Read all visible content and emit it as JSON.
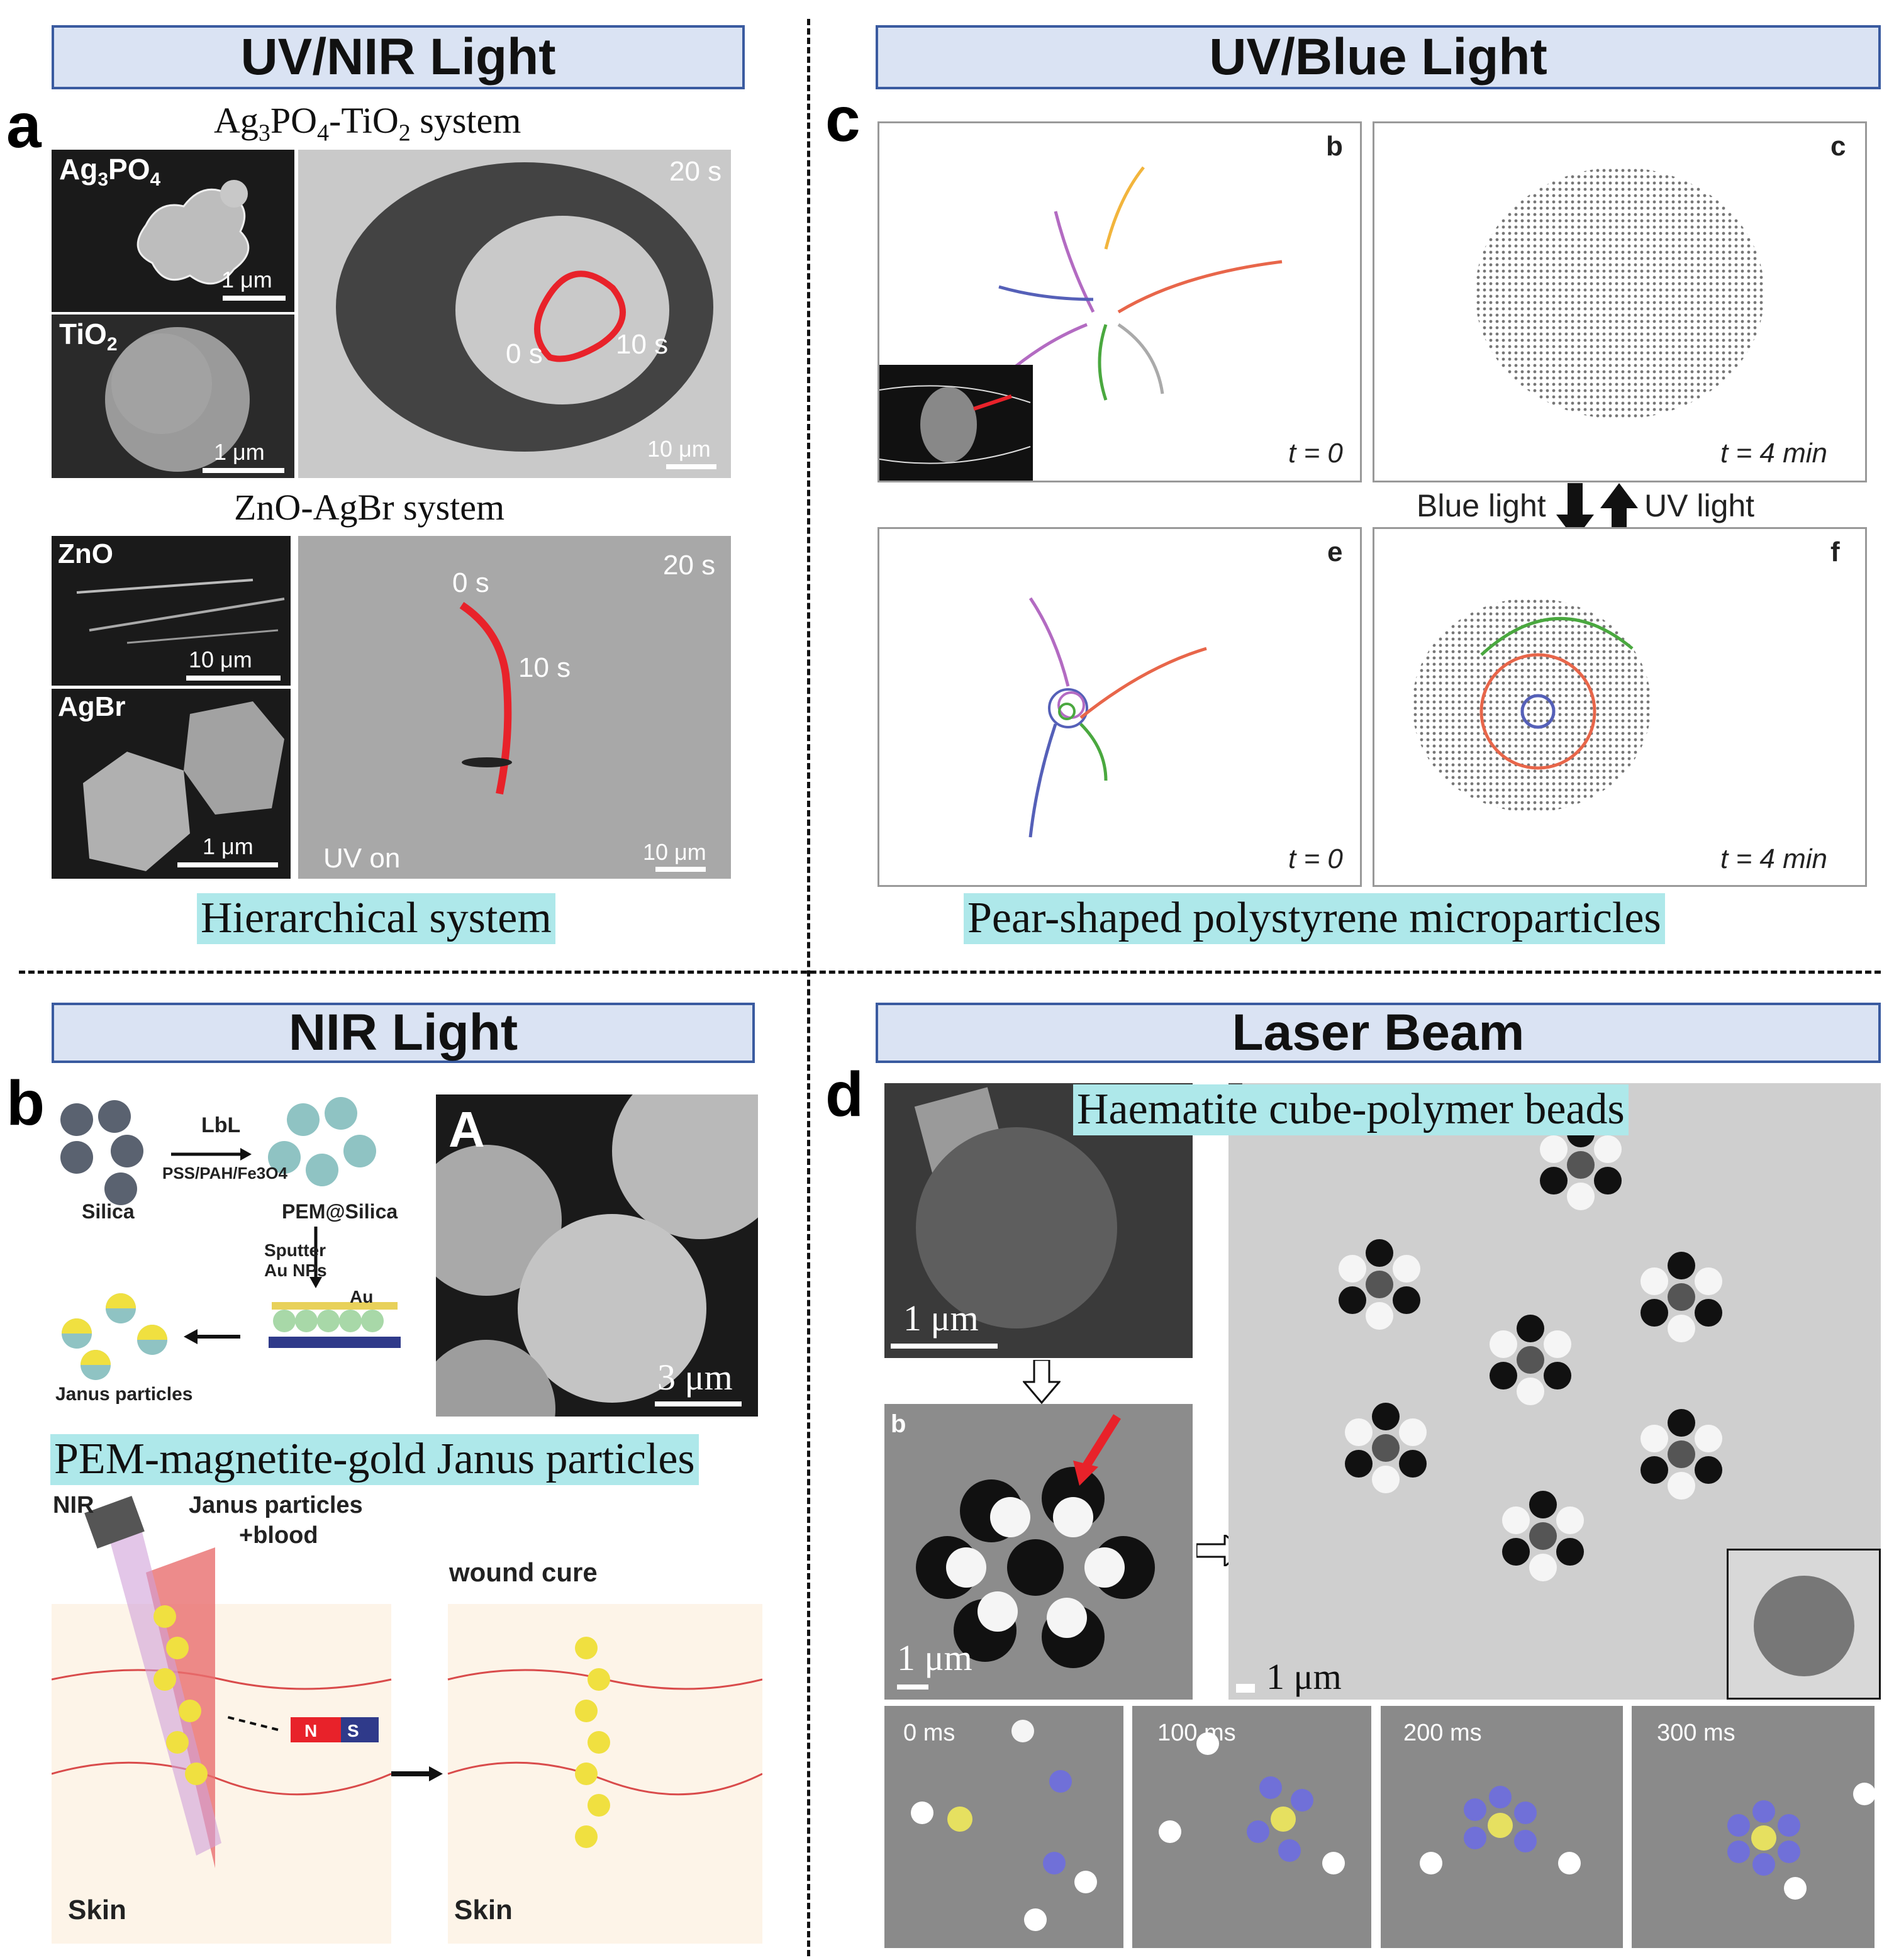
{
  "headers": {
    "a": "UV/NIR Light",
    "c": "UV/Blue Light",
    "b": "NIR Light",
    "d": "Laser Beam"
  },
  "panel_labels": {
    "a": "a",
    "b": "b",
    "c": "c",
    "d": "d"
  },
  "panel_a": {
    "system1_title": "Ag3PO4-TiO2 system",
    "system1_parts": {
      "ag": "Ag",
      "s3": "3",
      "po": "PO",
      "s4": "4",
      "dash": "-TiO",
      "s2": "2",
      "rest": " system"
    },
    "ag3po4_label": {
      "base": "Ag",
      "s1": "3",
      "mid": "PO",
      "s2": "4"
    },
    "tio2_label": {
      "base": "TiO",
      "s1": "2"
    },
    "scale_1um_a": "1 μm",
    "scale_1um_b": "1 μm",
    "time_20s_top": "20 s",
    "time_0s_top": "0 s",
    "time_10s_top": "10 s",
    "scale_10um_top": "10 μm",
    "system2_title": "ZnO-AgBr system",
    "zno_label": "ZnO",
    "agbr_label": "AgBr",
    "scale_10um_zno": "10 μm",
    "scale_1um_agbr": "1 μm",
    "time_20s_bottom": "20 s",
    "time_0s_bottom": "0 s",
    "time_10s_bottom": "10 s",
    "uv_on": "UV on",
    "scale_10um_bottom": "10 μm",
    "caption": "Hierarchical system"
  },
  "panel_c": {
    "sub_b": "b",
    "sub_c": "c",
    "sub_e": "e",
    "sub_f": "f",
    "t0_b": "t = 0",
    "t4_c": "t = 4 min",
    "t0_e": "t = 0",
    "t4_f": "t = 4 min",
    "blue_light": "Blue light",
    "uv_light": "UV light",
    "caption": "Pear-shaped polystyrene microparticles"
  },
  "panel_b": {
    "lbl": "LbL",
    "reagents": "PSS/PAH/Fe3O4",
    "silica": "Silica",
    "pem_silica": "PEM@Silica",
    "sputter": "Sputter",
    "au_nps": "Au NPs",
    "au": "Au",
    "janus": "Janus particles",
    "sem_label": "A",
    "scale_3um": "3 μm",
    "caption": "PEM-magnetite-gold Janus particles",
    "nir": "NIR",
    "janus_blood_1": "Janus particles",
    "janus_blood_2": "+blood",
    "wound_cure": "wound cure",
    "skin_left": "Skin",
    "skin_right": "Skin",
    "magnet_n": "N",
    "magnet_s": "S"
  },
  "panel_d": {
    "caption": "Haematite cube-polymer beads",
    "scale_sem": "1 μm",
    "sub_b": "b",
    "scale_cluster": "1 μm",
    "scale_big": "1 μm",
    "times": [
      "0 ms",
      "100 ms",
      "200 ms",
      "300 ms"
    ]
  },
  "colors": {
    "header_fill": "#dae3f3",
    "header_border": "#3a5ba0",
    "caption_fill": "#aee8ea",
    "trajectory_red": "#e8222a"
  }
}
